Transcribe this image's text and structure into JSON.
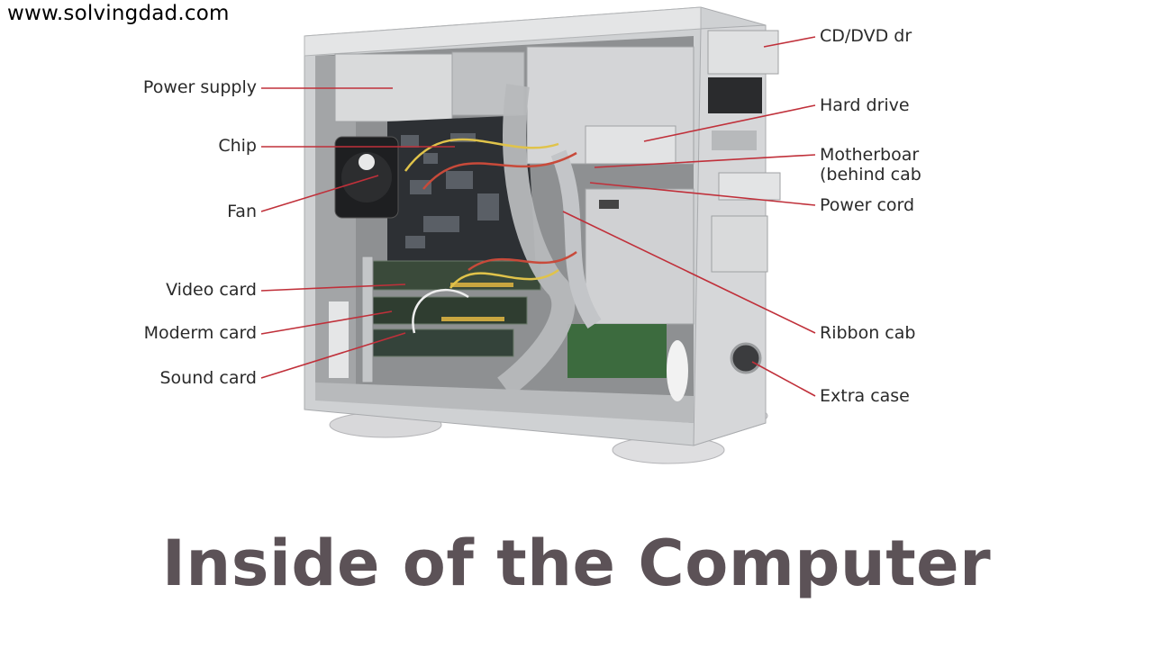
{
  "watermark": "www.solvingdad.com",
  "title": "Inside of the Computer",
  "labels": {
    "left": [
      "Power supply",
      "Chip",
      "Fan",
      "Video card",
      "Moderm card",
      "Sound card"
    ],
    "right": [
      "CD/DVD dr",
      "Hard drive",
      "Motherboar",
      "(behind cab",
      "Power cord",
      "Ribbon cab",
      "Extra case"
    ]
  },
  "colors": {
    "leader_line": "#c0303a",
    "title": "#5c5257",
    "case_metal": "#c9cbcd"
  }
}
